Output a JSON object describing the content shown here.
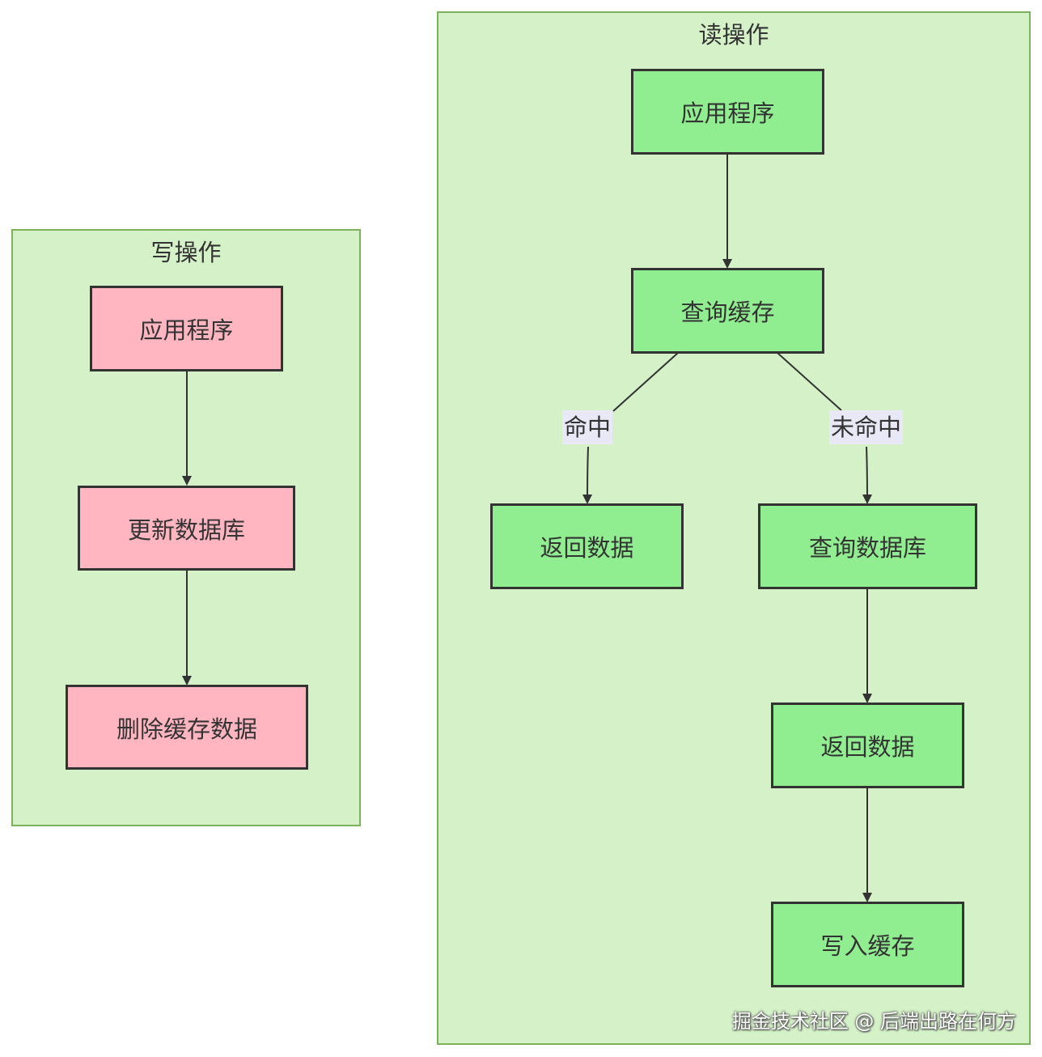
{
  "write_cluster": {
    "title": "写操作",
    "nodes": {
      "app": "应用程序",
      "update_db": "更新数据库",
      "delete_cache": "删除缓存数据"
    }
  },
  "read_cluster": {
    "title": "读操作",
    "nodes": {
      "app": "应用程序",
      "query_cache": "查询缓存",
      "return_data_hit": "返回数据",
      "query_db": "查询数据库",
      "return_data_miss": "返回数据",
      "write_cache": "写入缓存"
    },
    "edge_labels": {
      "hit": "命中",
      "miss": "未命中"
    }
  },
  "watermark": "掘金技术社区 @ 后端出路在何方",
  "colors": {
    "cluster_fill": "#d4f1c7",
    "cluster_border": "#7cb35a",
    "write_node_fill": "#ffb6c1",
    "read_node_fill": "#90ee90",
    "edge_label_fill": "#e8e8f6"
  }
}
